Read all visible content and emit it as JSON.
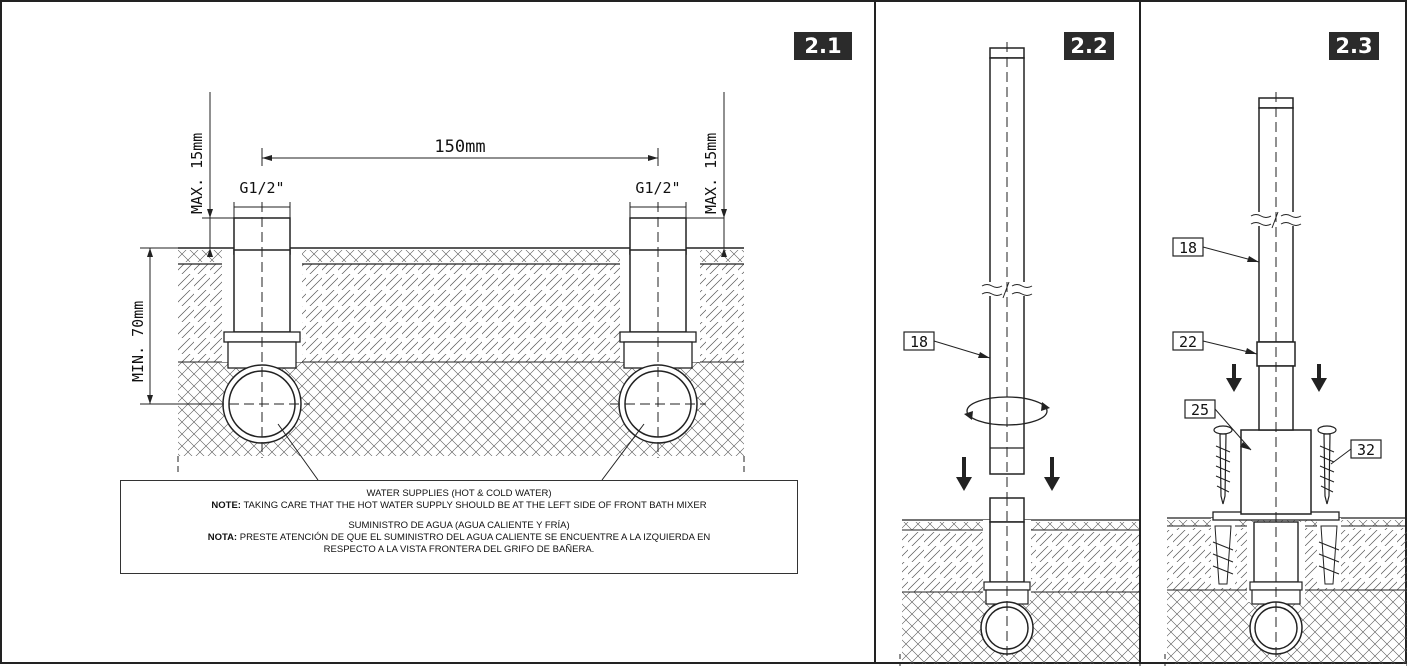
{
  "panels": [
    {
      "id": "2.1"
    },
    {
      "id": "2.2"
    },
    {
      "id": "2.3"
    }
  ],
  "dimensions": {
    "spacing": "150mm",
    "max_left": "MAX. 15mm",
    "max_right": "MAX. 15mm",
    "min_depth": "MIN. 70mm",
    "thread_left": "G1/2\"",
    "thread_right": "G1/2\""
  },
  "part_labels": {
    "pipe_p2": "18",
    "pipe_p3": "18",
    "ring": "22",
    "base": "25",
    "screw": "32"
  },
  "note": {
    "en_title": "WATER SUPPLIES (HOT & COLD WATER)",
    "en_prefix": "NOTE:",
    "en_text": "TAKING CARE THAT THE HOT WATER SUPPLY SHOULD BE AT THE LEFT SIDE OF FRONT BATH MIXER",
    "es_title": "SUMINISTRO DE AGUA (AGUA CALIENTE Y FRÍA)",
    "es_prefix": "NOTA:",
    "es_line1": "PRESTE ATENCIÓN DE QUE EL SUMINISTRO DEL AGUA CALIENTE SE ENCUENTRE A LA IZQUIERDA EN",
    "es_line2": "RESPECTO A LA VISTA FRONTERA DEL GRIFO DE BAÑERA."
  }
}
